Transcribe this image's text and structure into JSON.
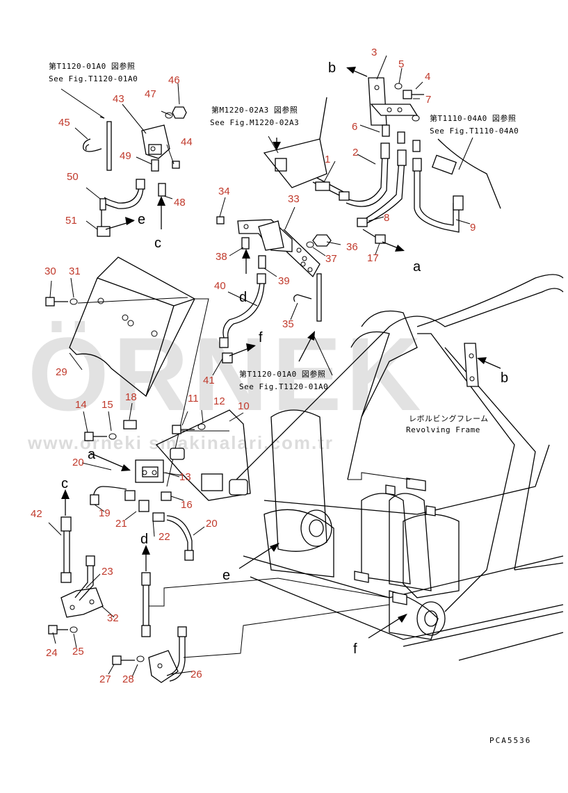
{
  "watermark": {
    "brand": "ÖRNEK",
    "url": "www.orneki smakinalari.com.tr"
  },
  "references": [
    {
      "id": "ref-t1120-top",
      "jp": "第T1120-01A0 図参照",
      "en": "See Fig.T1120-01A0"
    },
    {
      "id": "ref-m1220",
      "jp": "第M1220-02A3 図参照",
      "en": "See Fig.M1220-02A3"
    },
    {
      "id": "ref-t1110",
      "jp": "第T1110-04A0 図参照",
      "en": "See Fig.T1110-04A0"
    },
    {
      "id": "ref-t1120-mid",
      "jp": "第T1120-01A0 図参照",
      "en": "See Fig.T1120-01A0"
    }
  ],
  "frame_label": {
    "jp": "レボルビングフレーム",
    "en": "Revolving Frame"
  },
  "part_numbers": [
    "1",
    "2",
    "3",
    "4",
    "5",
    "6",
    "7",
    "8",
    "9",
    "10",
    "11",
    "12",
    "13",
    "14",
    "15",
    "16",
    "17",
    "18",
    "19",
    "20",
    "20",
    "21",
    "22",
    "23",
    "24",
    "25",
    "26",
    "27",
    "28",
    "29",
    "30",
    "31",
    "32",
    "33",
    "34",
    "35",
    "36",
    "37",
    "38",
    "39",
    "40",
    "41",
    "42",
    "43",
    "44",
    "45",
    "46",
    "47",
    "48",
    "49",
    "50",
    "51"
  ],
  "connection_letters": [
    "a",
    "a",
    "b",
    "b",
    "c",
    "c",
    "d",
    "d",
    "e",
    "e",
    "f",
    "f"
  ],
  "drawing_code": "PCA5536"
}
